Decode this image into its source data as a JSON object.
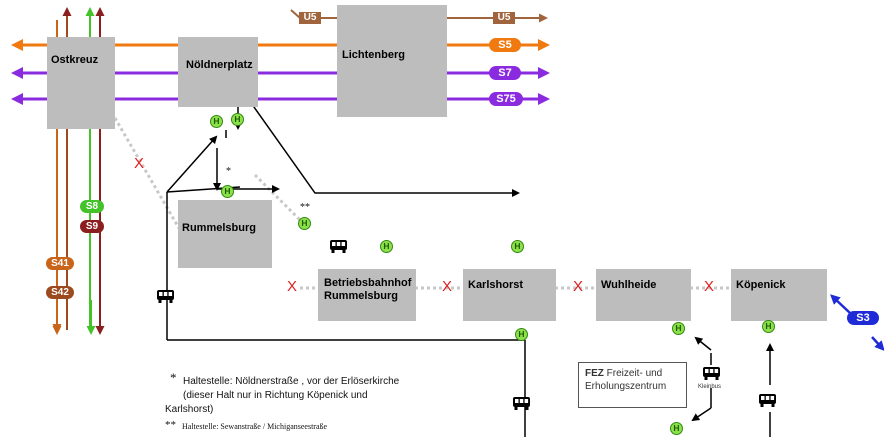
{
  "stations": {
    "ostkreuz": "Ostkreuz",
    "noeldnerplatz": "Nöldnerplatz",
    "lichtenberg": "Lichtenberg",
    "rummelsburg": "Rummelsburg",
    "betriebsbahnhof_line1": "Betriebsbahnhof",
    "betriebsbahnhof_line2": "Rummelsburg",
    "karlshorst": "Karlshorst",
    "wuhlheide": "Wuhlheide",
    "koepenick": "Köpenick"
  },
  "lines": {
    "u5": "U5",
    "s5": "S5",
    "s7": "S7",
    "s75": "S75",
    "s8": "S8",
    "s9": "S9",
    "s41": "S41",
    "s42": "S42",
    "s3": "S3"
  },
  "colors": {
    "s5": "#f07a10",
    "s7": "#8b2be0",
    "s75": "#8b2be0",
    "s8": "#44c22a",
    "s9": "#8b1e1e",
    "s41": "#c9651a",
    "s42": "#9c4a1e",
    "u5": "#a0653c",
    "s3": "#1e2bd6",
    "closed": "#e02020",
    "stop": "#8ee04a"
  },
  "stop_symbol": "H",
  "closed_symbol": "X",
  "icons": [
    "bus-icon",
    "h-stop-icon",
    "closed-x-icon"
  ],
  "notes": {
    "n1_mark": "*",
    "n1_line1": "Haltestelle: Nöldnerstraße , vor der Erlöserkirche",
    "n1_line2": "(dieser Halt nur in Richtung Köpenick und",
    "n1_line3": "Karlshorst)",
    "n2_mark": "**",
    "n2_text": "Haltestelle: Sewanstraße / Michiganseestraße",
    "star_single": "*",
    "star_double": "**"
  },
  "fez": {
    "bold": "FEZ",
    "line1": "Freizeit- und",
    "line2": "Erholungszentrum"
  },
  "kleinbus": "Kleinbus"
}
